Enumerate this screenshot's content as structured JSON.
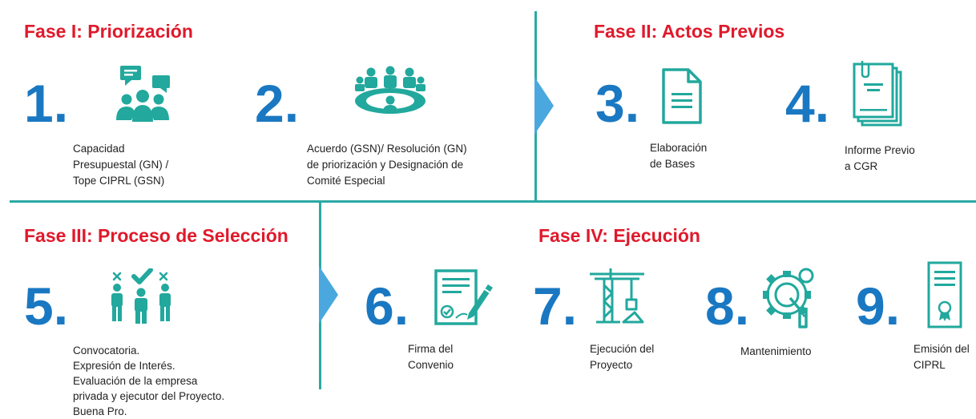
{
  "colors": {
    "phase_title": "#e0192b",
    "number": "#1a78c2",
    "icon": "#22a89d",
    "divider": "#2ba9a4",
    "arrow": "#4aa8df"
  },
  "phases": [
    {
      "title": "Fase I: Priorización"
    },
    {
      "title": "Fase II: Actos Previos"
    },
    {
      "title": "Fase III: Proceso de Selección"
    },
    {
      "title": "Fase IV: Ejecución"
    }
  ],
  "steps": [
    {
      "number": "1.",
      "icon": "people-discussion-icon",
      "lines": [
        "Capacidad",
        "Presupuestal (GN) /",
        "Tope CIPRL (GSN)"
      ]
    },
    {
      "number": "2.",
      "icon": "meeting-table-icon",
      "lines": [
        "Acuerdo (GSN)/ Resolución (GN)",
        "de priorización y Designación de",
        "Comité Especial"
      ]
    },
    {
      "number": "3.",
      "icon": "document-icon",
      "lines": [
        "Elaboración",
        "de Bases"
      ]
    },
    {
      "number": "4.",
      "icon": "document-stack-icon",
      "lines": [
        "Informe Previo",
        "a CGR"
      ]
    },
    {
      "number": "5.",
      "icon": "people-selection-icon",
      "lines": [
        "Convocatoria.",
        "Expresión de Interés.",
        "Evaluación de  la empresa",
        "privada y ejecutor del Proyecto.",
        "Buena Pro."
      ]
    },
    {
      "number": "6.",
      "icon": "contract-signing-icon",
      "lines": [
        "Firma del",
        "Convenio"
      ]
    },
    {
      "number": "7.",
      "icon": "construction-crane-icon",
      "lines": [
        "Ejecución del",
        "Proyecto"
      ]
    },
    {
      "number": "8.",
      "icon": "gear-wrench-icon",
      "lines": [
        "Mantenimiento"
      ]
    },
    {
      "number": "9.",
      "icon": "certificate-icon",
      "lines": [
        "Emisión del",
        "CIPRL"
      ]
    }
  ]
}
